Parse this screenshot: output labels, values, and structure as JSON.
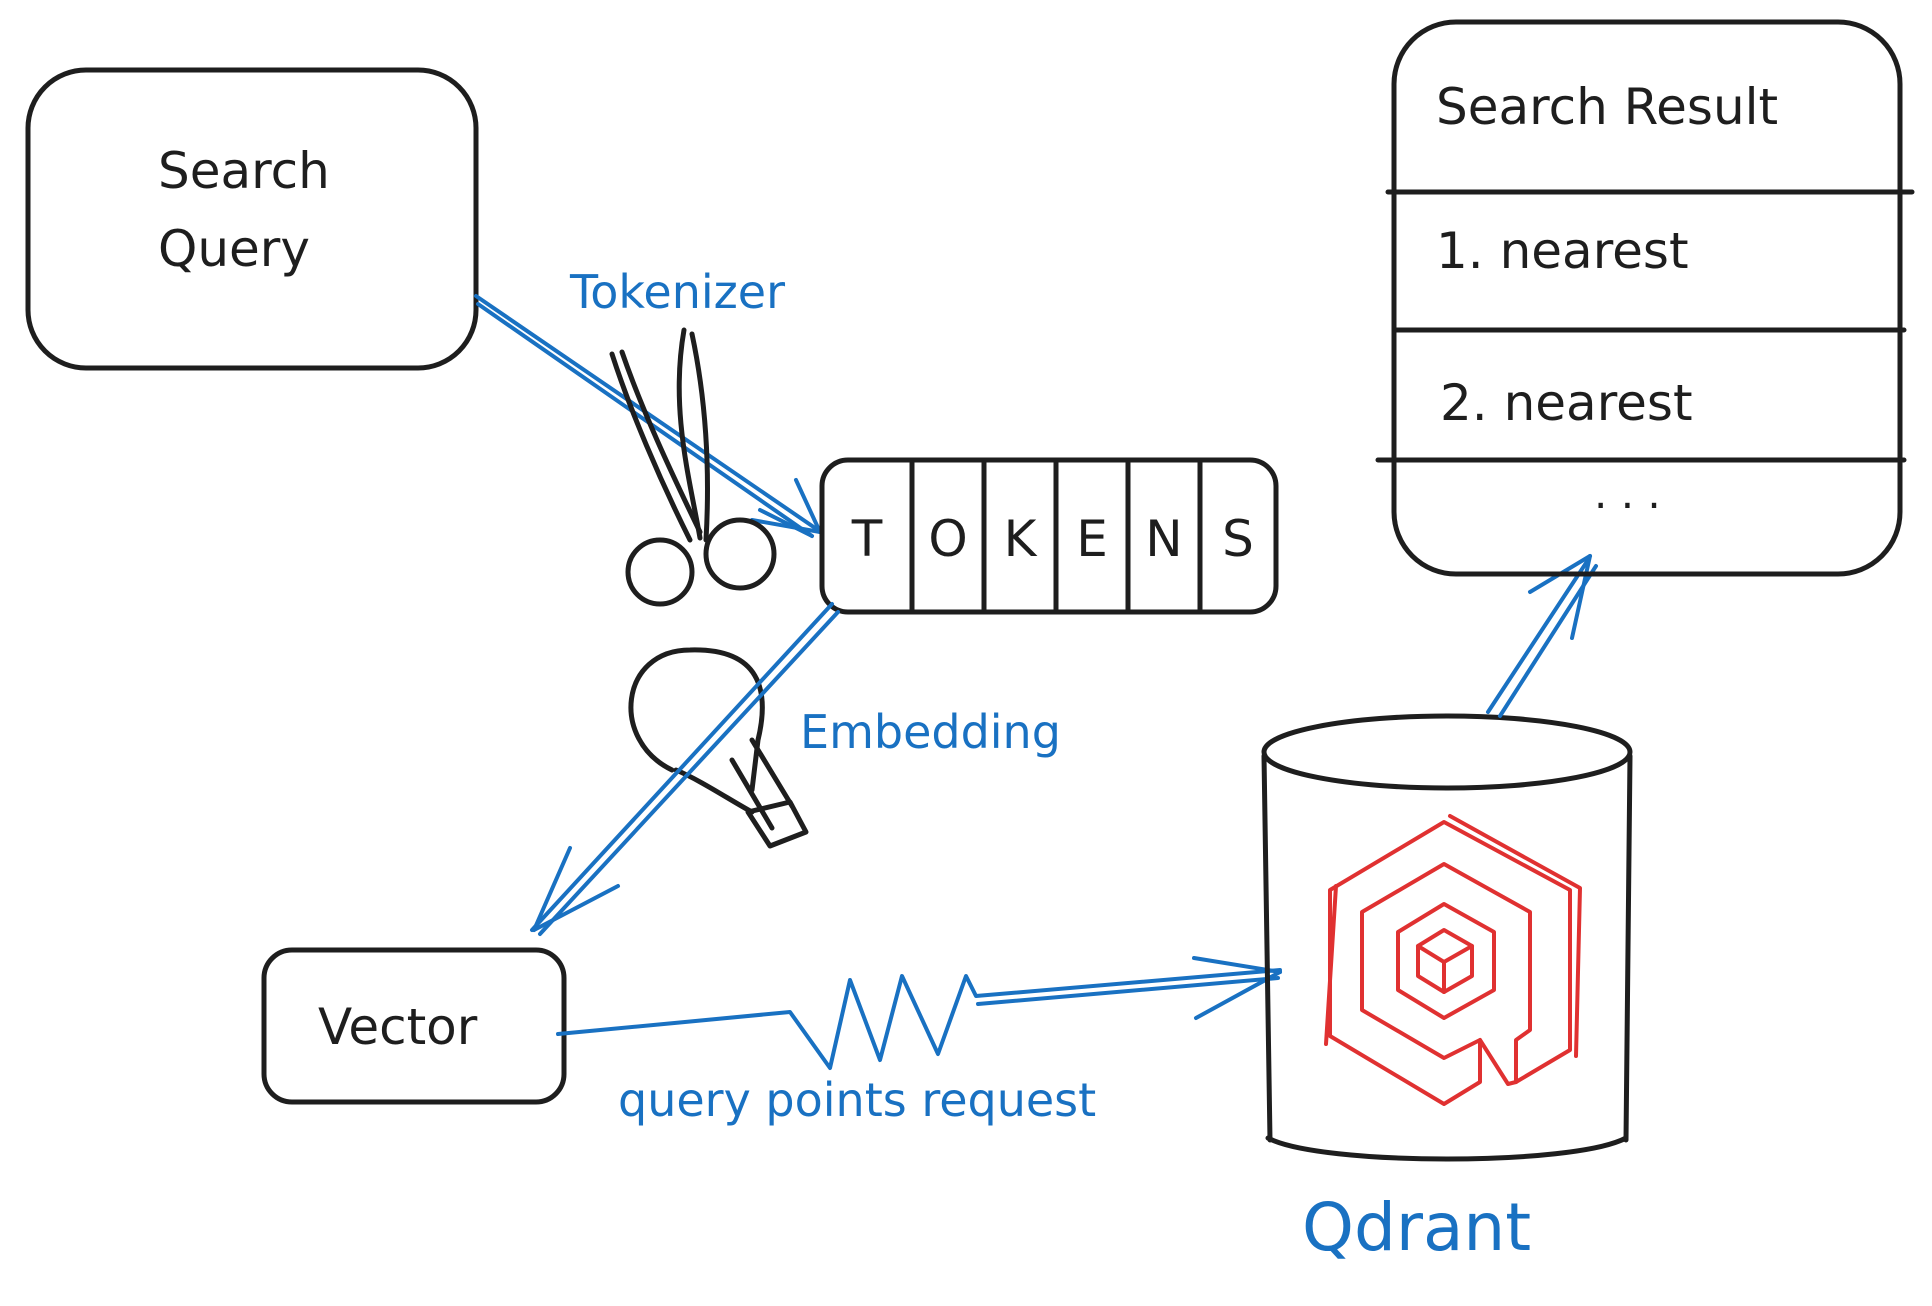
{
  "nodes": {
    "search_query": {
      "line1": "Search",
      "line2": "Query"
    },
    "tokens": {
      "letters": [
        "T",
        "O",
        "K",
        "E",
        "N",
        "S"
      ]
    },
    "vector": {
      "label": "Vector"
    },
    "qdrant": {
      "label": "Qdrant"
    },
    "search_result": {
      "title": "Search Result",
      "items": [
        "1. nearest",
        "2. nearest"
      ],
      "more": ". . ."
    }
  },
  "edges": {
    "tokenizer": "Tokenizer",
    "embedding": "Embedding",
    "query_request": "query points request"
  },
  "colors": {
    "ink": "#1e1e1e",
    "accent_blue": "#1971c2",
    "logo_red": "#e03131"
  },
  "icons": [
    "scissors-icon",
    "lightbulb-icon",
    "qdrant-logo-icon",
    "database-cylinder-icon"
  ]
}
